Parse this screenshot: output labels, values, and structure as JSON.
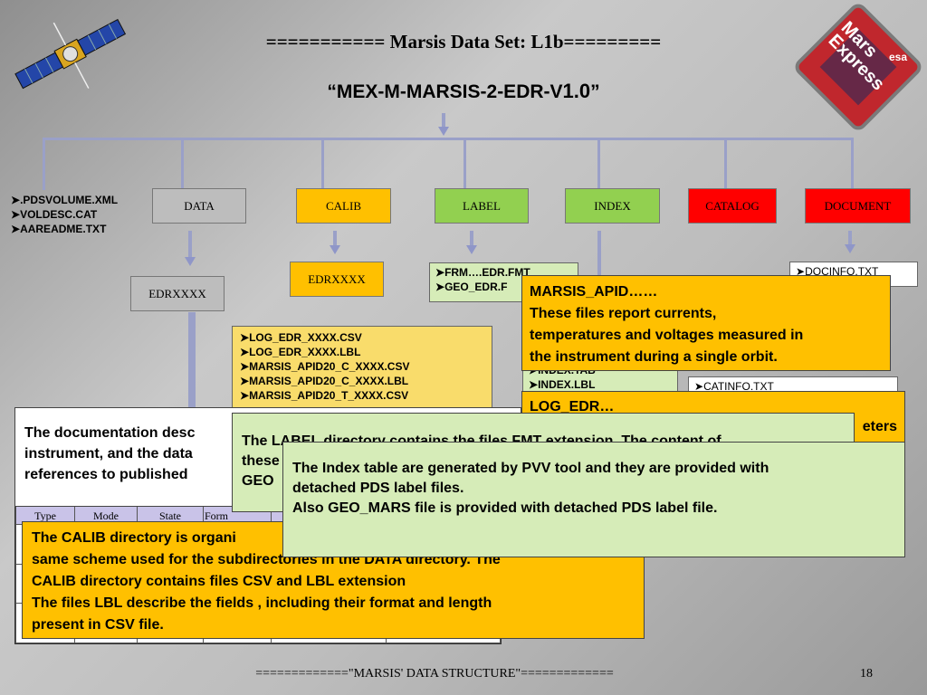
{
  "slide": {
    "title": "=========== Marsis Data Set: L1b=========",
    "subtitle_main": "“MEX-M-MARSIS-2-EDR-V",
    "subtitle_ver": "1.0",
    "subtitle_end": "”",
    "footer": "=============\"MARSIS' DATA STRUCTURE\"=============",
    "page_number": "18"
  },
  "logo": {
    "line1": "Mars",
    "line2": "Express",
    "agency": "esa"
  },
  "root_files": [
    ".PDSVOLUME.XML",
    "VOLDESC.CAT",
    "AAREADME.TXT"
  ],
  "dirs": {
    "data": "DATA",
    "calib": "CALIB",
    "label": "LABEL",
    "index": "INDEX",
    "catalog": "CATALOG",
    "document": "DOCUMENT"
  },
  "subdirs": {
    "data_edr": "EDRXXXX",
    "calib_edr": "EDRXXXX"
  },
  "calib_files": [
    "LOG_EDR_XXXX.CSV",
    "LOG_EDR_XXXX.LBL",
    "MARSIS_APID20_C_XXXX.CSV",
    "MARSIS_APID20_C_XXXX.LBL",
    "MARSIS_APID20_T_XXXX.CSV"
  ],
  "label_files": [
    "FRM….EDR.FMT",
    "GEO_EDR.F"
  ],
  "index_files": [
    "INDEX.TAB",
    "INDEX.LBL"
  ],
  "document_files": [
    "DOCINFO.TXT"
  ],
  "catalog_files": [
    "CATINFO.TXT"
  ],
  "table_headers": [
    "Type",
    "Mode",
    "State",
    "Form"
  ],
  "callouts": {
    "apid": {
      "line1": "MARSIS_APID……",
      "line2": "These files report currents,",
      "line3": "temperatures and voltages measured  in",
      "line4": "the instrument during a single orbit."
    },
    "log_title": "LOG_EDR…",
    "log_partial": "eters",
    "doc_line1": "The documentation desc",
    "doc_line2": "instrument, and the data",
    "doc_line3": "references to published",
    "label_line1": "The LABEL directory contains the files FMT extension. The content of",
    "label_line2": "these",
    "label_line3": "GEO",
    "index_line1": "The Index table are generated by PVV tool and they are provided with",
    "index_line2": "detached PDS label files.",
    "index_line3": "Also  GEO_MARS file is provided with detached PDS label file.",
    "calib_line1": "The CALIB directory is organi",
    "calib_line2": "same scheme used for the subdirectories in the DATA  directory. The",
    "calib_line3": "CALIB directory contains files  CSV and LBL  extension",
    "calib_line4": "The files LBL describe the fields , including their  format and length",
    "calib_line5": "present in CSV file."
  }
}
